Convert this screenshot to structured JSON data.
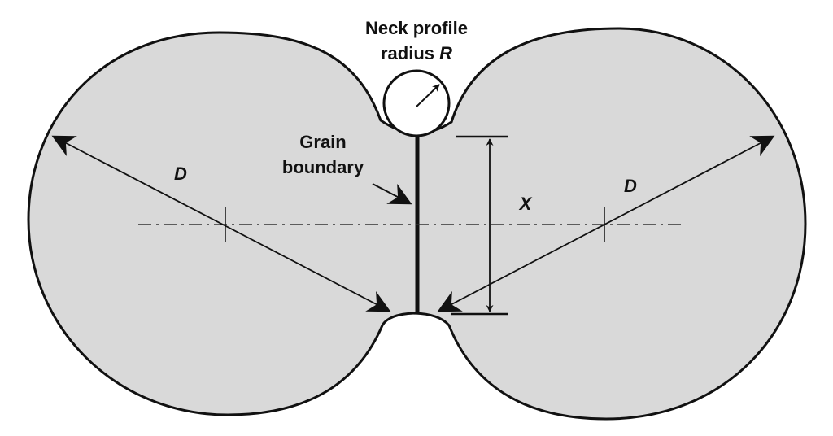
{
  "labels": {
    "neck_title_line1": "Neck profile",
    "neck_title_line2_prefix": "radius ",
    "neck_title_line2_symbol": "R",
    "grain_line1": "Grain",
    "grain_line2": "boundary",
    "left_diameter": "D",
    "right_diameter": "D",
    "neck_size": "X"
  },
  "colors": {
    "particle_fill": "#d9d9d9",
    "outline": "#111111",
    "background": "#ffffff"
  }
}
